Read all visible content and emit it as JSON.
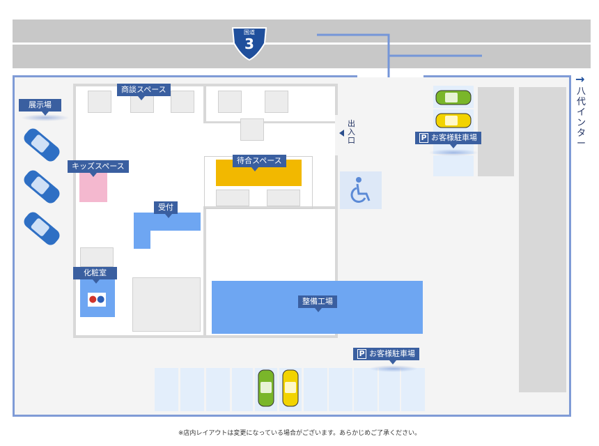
{
  "route": {
    "label": "国道",
    "number": "3"
  },
  "interchange": {
    "arrow": "→",
    "label": "八代インター"
  },
  "areas": {
    "display": "展示場",
    "meeting": "商談スペース",
    "kids": "キッズスペース",
    "reception": "受付",
    "restroom": "化粧室",
    "waiting": "待合スペース",
    "workshop": "整備工場",
    "parking_right": "お客様駐車場",
    "parking_bottom": "お客様駐車場"
  },
  "parking_mark": "P",
  "entrance": "出入口",
  "footnote": "※店内レイアウトは変更になっている場合がございます。あらかじめご了承ください。",
  "colors": {
    "brand_blue": "#3a5fa0",
    "lot_border": "#7f9bd6",
    "workshop_fill": "#6ea6f2",
    "waiting_fill": "#f2b800",
    "kids_fill": "#f4b8cf",
    "car_blue": "#2e6fc4",
    "car_green": "#7ab62a",
    "car_yellow": "#f2d300"
  },
  "icons": [
    "route-shield-icon",
    "wheelchair-icon",
    "restroom-icon",
    "parking-icon",
    "car-icon",
    "chair-icon",
    "arrow-right-icon",
    "triangle-left-icon"
  ]
}
